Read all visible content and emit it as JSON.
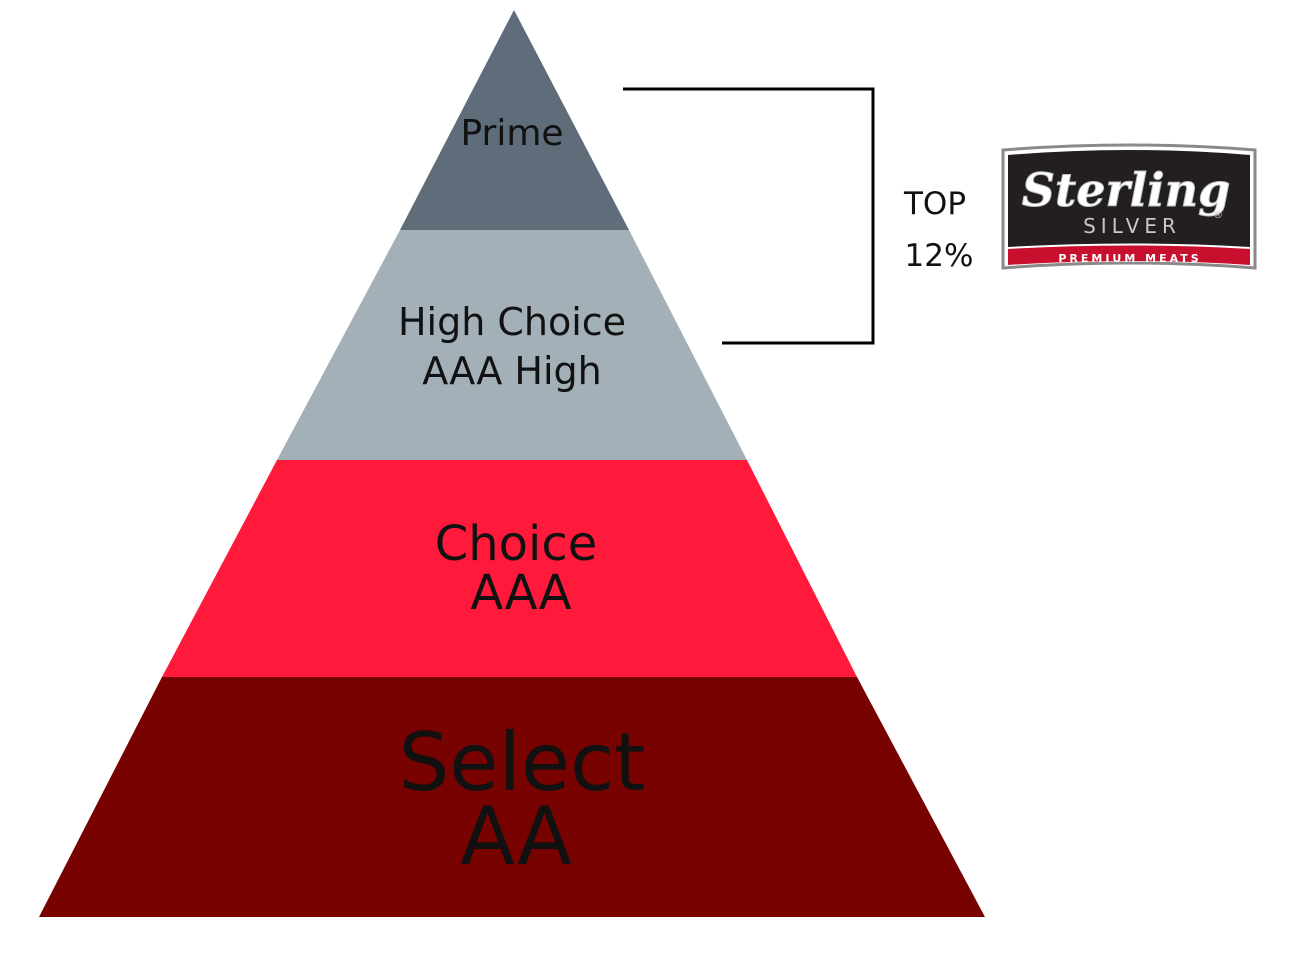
{
  "tiers": [
    {
      "lines": [
        "Prime"
      ],
      "color": "#5e6d79"
    },
    {
      "lines": [
        "High Choice",
        "AAA High"
      ],
      "color": "#a3b0b7"
    },
    {
      "lines": [
        "Choice",
        "AAA"
      ],
      "color": "#ff1a3c"
    },
    {
      "lines": [
        "Select",
        "AA"
      ],
      "color": "#780200"
    }
  ],
  "bracket": {
    "line1": "TOP",
    "line2": "12%"
  },
  "logo": {
    "script_text": "Sterling",
    "wordmark": "SILVER",
    "banner_text": "PREMIUM MEATS",
    "registered_mark": "®",
    "dark_color": "#231f20",
    "red_color": "#c8102e"
  }
}
